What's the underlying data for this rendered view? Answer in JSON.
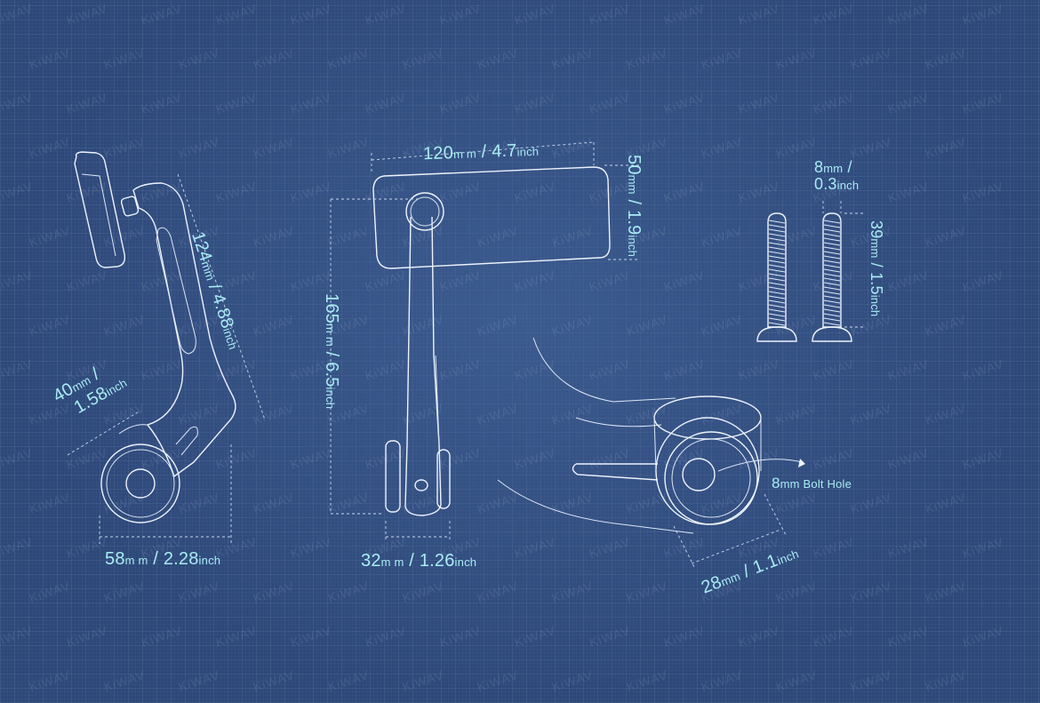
{
  "watermark": "KiWAV",
  "labels": {
    "height_side": {
      "mm": "124",
      "mm_unit": "mm",
      "sep": " / ",
      "inch": "4.88",
      "inch_unit": "inch"
    },
    "mount_side": {
      "mm": "40",
      "mm_unit": "mm",
      "sep": " /",
      "inch": "1.58",
      "inch_unit": "inch"
    },
    "width_side": {
      "mm": "58",
      "mm_unit": "m m",
      "sep": " / ",
      "inch": "2.28",
      "inch_unit": "inch"
    },
    "mirror_width": {
      "mm": "120",
      "mm_unit": "m m",
      "sep": " / ",
      "inch": "4.7",
      "inch_unit": "inch"
    },
    "mirror_height": {
      "mm": "50",
      "mm_unit": "mm",
      "sep": " / ",
      "inch": "1.9",
      "inch_unit": "inch"
    },
    "total_height": {
      "mm": "165",
      "mm_unit": "m m",
      "sep": " / ",
      "inch": "6.5",
      "inch_unit": "inch"
    },
    "base_width": {
      "mm": "32",
      "mm_unit": "m m",
      "sep": " / ",
      "inch": "1.26",
      "inch_unit": "inch"
    },
    "bolt_diameter": {
      "mm": "8",
      "mm_unit": "mm",
      "sep": " /",
      "inch": "0.3",
      "inch_unit": "inch"
    },
    "bolt_length": {
      "mm": "39",
      "mm_unit": "mm",
      "sep": " / ",
      "inch": "1.5",
      "inch_unit": "inch"
    },
    "mount_thickness": {
      "mm": "28",
      "mm_unit": "mm",
      "sep": " / ",
      "inch": "1.1",
      "inch_unit": "inch"
    },
    "bolt_hole": {
      "mm": "8",
      "mm_unit": "mm",
      "text": " Bolt Hole"
    }
  },
  "colors": {
    "background": "#2d4879",
    "line": "#eef3fb",
    "label": "#a9ecf2"
  }
}
